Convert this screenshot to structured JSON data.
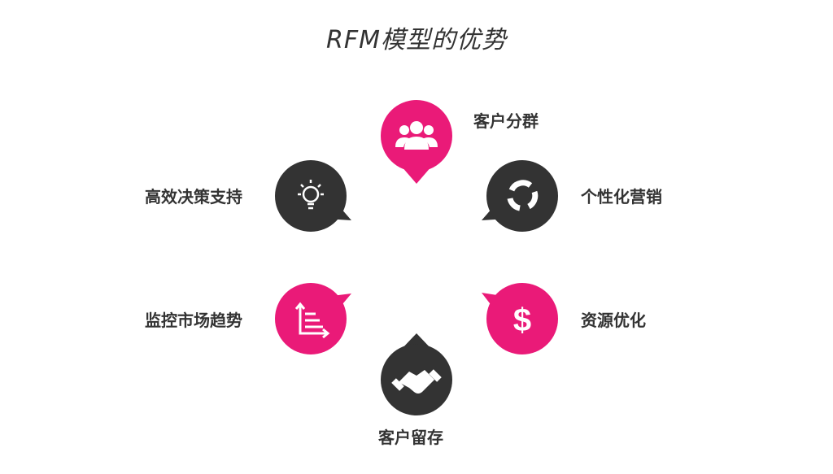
{
  "title": "RFM模型的优势",
  "colors": {
    "pink": "#ea1a78",
    "dark": "#333333",
    "icon": "#ffffff"
  },
  "items": [
    {
      "label": "客户分群",
      "icon": "users-icon",
      "color": "pink"
    },
    {
      "label": "个性化营销",
      "icon": "cycle-icon",
      "color": "dark"
    },
    {
      "label": "资源优化",
      "icon": "dollar-icon",
      "color": "pink"
    },
    {
      "label": "客户留存",
      "icon": "handshake-icon",
      "color": "dark"
    },
    {
      "label": "监控市场趋势",
      "icon": "chart-icon",
      "color": "pink"
    },
    {
      "label": "高效决策支持",
      "icon": "lightbulb-icon",
      "color": "dark"
    }
  ]
}
